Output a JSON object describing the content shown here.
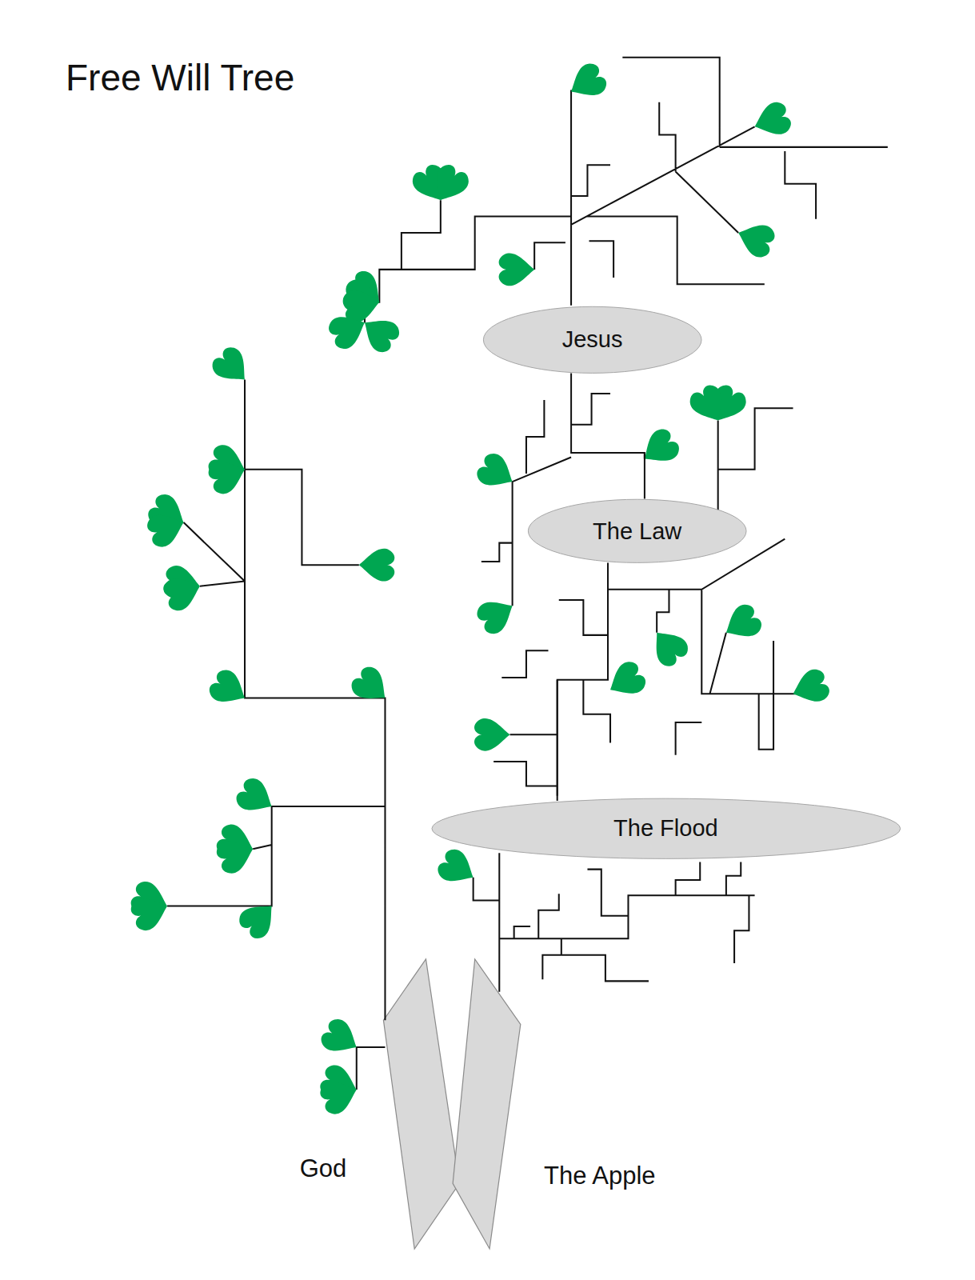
{
  "diagram": {
    "title": "Free Will Tree",
    "nodes": [
      {
        "text": [
          "Jesus"
        ]
      },
      {
        "text": [
          "The Law"
        ]
      },
      {
        "text": [
          "The Flood"
        ]
      }
    ],
    "edges": [
      {
        "from": 2,
        "to": 1,
        "arrow": "none"
      },
      {
        "from": 1,
        "to": 0,
        "arrow": "none"
      }
    ],
    "labels": [
      "God",
      "The Apple"
    ]
  }
}
